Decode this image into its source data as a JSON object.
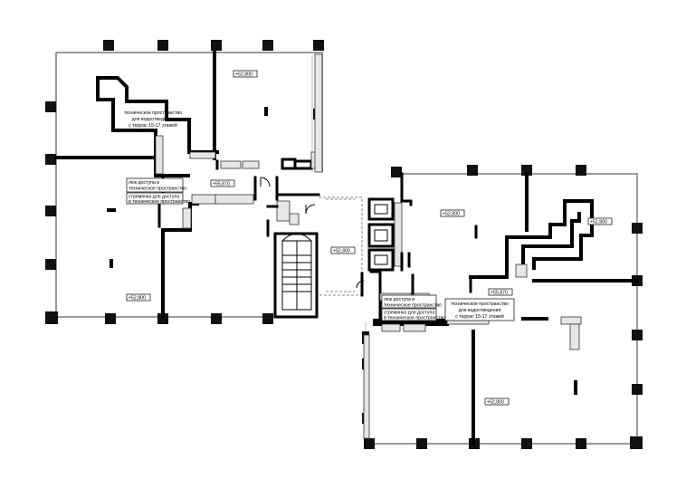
{
  "levels": {
    "a": "+52,800",
    "b": "+52,800",
    "c": "+55,870",
    "d": "+52,800",
    "e": "+52,800",
    "f": "+52,800",
    "g": "+55,870",
    "h": "+52,800"
  },
  "notes": {
    "left": {
      "tech_line1": "техническое пространство",
      "tech_line2": "для водоотведения",
      "tech_line3": "с террас 15-17 этажей",
      "hatch_line1": "люк доступа в",
      "hatch_line2": "техническое пространство",
      "ladder_line1": "стремянка для доступа",
      "ladder_line2": "в техническое пространство"
    },
    "right": {
      "hatch_line1": "люк доступа в",
      "hatch_line2": "техническое пространство",
      "ladder_line1": "стремянка для доступа",
      "ladder_line2": "в техническое пространство",
      "tech_line1": "техническое пространство",
      "tech_line2": "для водоотведения",
      "tech_line3": "с террас 15-17 этажей"
    }
  }
}
